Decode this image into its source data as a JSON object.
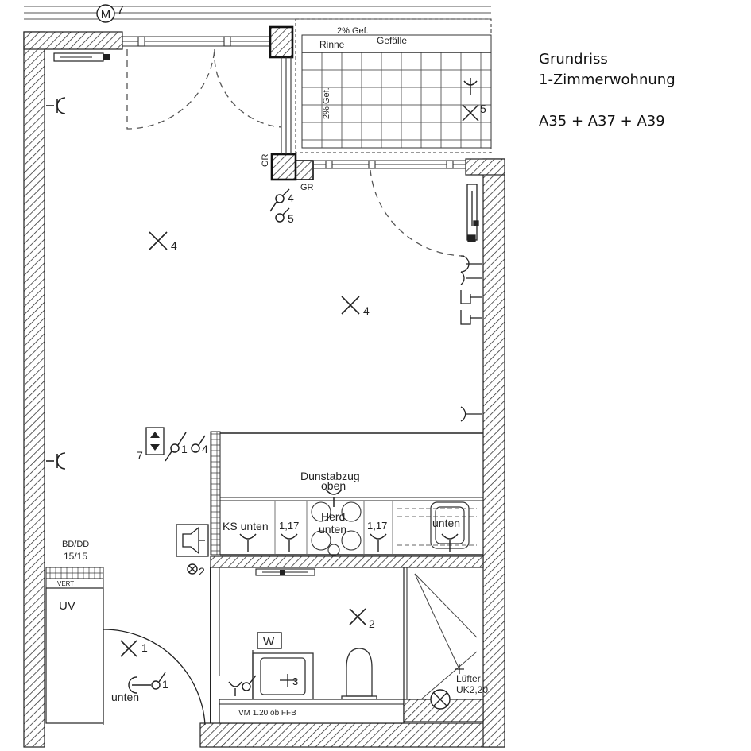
{
  "caption": {
    "title": "Grundriss",
    "subtitle": "1-Zimmerwohnung",
    "units": "A35 + A37 + A39"
  },
  "labels": {
    "meter": "M",
    "axis": "7",
    "gr_left": "GR",
    "gr_right": "GR",
    "gef_top": "2% Gef.",
    "rinne": "Rinne",
    "gefaelle": "Gefälle",
    "gef_side": "2% Gef.",
    "balcony_light": "5",
    "switch_4": "4",
    "switch_5": "5",
    "room_light_left": "4",
    "room_light_center": "4",
    "switch_group_7": "7",
    "switch_group_1": "1",
    "switch_group_4": "4",
    "dunstabzug": "Dunstabzug",
    "oben": "oben",
    "ks_unten": "KS unten",
    "h117_left": "1,17",
    "herd": "Herd",
    "herd_unten": "unten",
    "h117_right": "1,17",
    "sink_unten": "unten",
    "bd_dd": "BD/DD",
    "bd_dd_value": "15/15",
    "uv": "UV",
    "vert": "VERT",
    "socket_2": "2",
    "bath_light": "2",
    "w_box": "W",
    "bath_outlet": "3",
    "vm": "VM 1.20 ob FFB",
    "luefter": "Lüfter",
    "uk": "UK2,20",
    "entry_light": "1",
    "entry_unten": "unten",
    "entry_switch": "1"
  }
}
